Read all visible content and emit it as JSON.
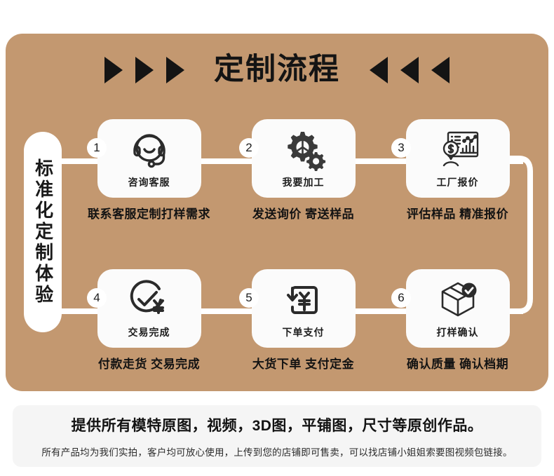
{
  "colors": {
    "panel_brown": "#C39870",
    "card_white": "#FBFBFB",
    "footer_gray": "#F5F5F5",
    "ink": "#141414"
  },
  "header": {
    "title": "定制流程",
    "left_arrows": [
      "▶",
      "▶",
      "▶"
    ],
    "right_arrows": [
      "◀",
      "◀",
      "◀"
    ]
  },
  "side_label": {
    "text": "标准化定制体验"
  },
  "steps": [
    {
      "number": "1",
      "icon": "headset-icon",
      "label": "咨询客服",
      "caption": "联系客服定制打样需求"
    },
    {
      "number": "2",
      "icon": "gears-icon",
      "label": "我要加工",
      "caption": "发送询价 寄送样品"
    },
    {
      "number": "3",
      "icon": "quote-chart-icon",
      "label": "工厂报价",
      "caption": "评估样品 精准报价"
    },
    {
      "number": "4",
      "icon": "check-yen-icon",
      "label": "交易完成",
      "caption": "付款走货 交易完成"
    },
    {
      "number": "5",
      "icon": "order-pay-yen-icon",
      "label": "下单支付",
      "caption": "大货下单 支付定金"
    },
    {
      "number": "6",
      "icon": "box-check-icon",
      "label": "打样确认",
      "caption": "确认质量 确认档期"
    }
  ],
  "footer": {
    "main": "提供所有模特原图，视频，3D图，平铺图，尺寸等原创作品。",
    "sub": "所有产品均为我们实拍，客户均可放心使用，上传到您的店铺即可售卖，可以找店铺小姐姐索要图视频包链接。"
  }
}
